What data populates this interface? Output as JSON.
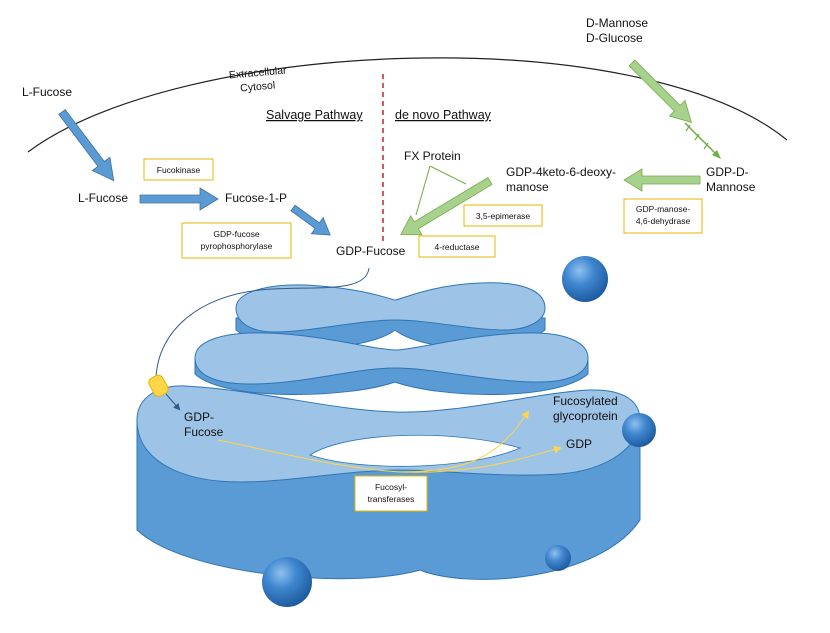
{
  "colors": {
    "salvage_arrow": "#5b9bd5",
    "denovo_arrow": "#a9d18e",
    "enzyme_border": "#e6b700",
    "transfer_arrow": "#ffd54a",
    "divider": "#c00000",
    "golgi_top": "#9dc3e6",
    "golgi_side": "#5b9bd5"
  },
  "membrane": {
    "outside": "Extracellular",
    "inside": "Cytosol"
  },
  "headers": {
    "salvage": "Salvage Pathway",
    "denovo": "de novo Pathway"
  },
  "salvage": {
    "lfucose_outside": "L-Fucose",
    "lfucose_inside": "L-Fucose",
    "fucose1p": "Fucose-1-P",
    "gdp_fucose": "GDP-Fucose",
    "enzyme_fucokinase": "Fucokinase",
    "enzyme_pyrophosphorylase_line1": "GDP-fucose",
    "enzyme_pyrophosphorylase_line2": "pyrophosphorylase"
  },
  "denovo": {
    "source_line1": "D-Mannose",
    "source_line2": "D-Glucose",
    "gdp_d_mannose_line1": "GDP-D-",
    "gdp_d_mannose_line2": "Mannose",
    "enzyme_dehydrase_line1": "GDP-manose-",
    "enzyme_dehydrase_line2": "4,6-dehydrase",
    "keto_line1": "GDP-4keto-6-deoxy-",
    "keto_line2": "manose",
    "fx_protein": "FX Protein",
    "enzyme_epimerase": "3,5-epimerase",
    "enzyme_reductase": "4-reductase"
  },
  "golgi": {
    "gdp_fucose_line1": "GDP-",
    "gdp_fucose_line2": "Fucose",
    "product_line1": "Fucosylated",
    "product_line2": "glycoprotein",
    "gdp": "GDP",
    "enzyme_line1": "Fucosyl-",
    "enzyme_line2": "transferases"
  }
}
